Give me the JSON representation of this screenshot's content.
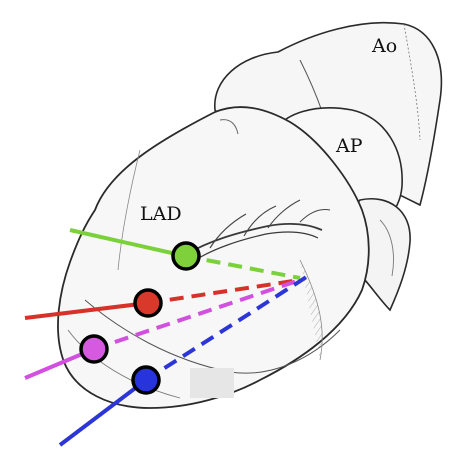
{
  "labels": {
    "ao": "Ao",
    "ap": "AP",
    "lad": "LAD"
  },
  "colors": {
    "background": "#ffffff",
    "outline": "#2a2a2a",
    "shading": "#8a8a8a",
    "green": "#7ad13a",
    "red": "#d8312a",
    "magenta": "#d24fe0",
    "blue": "#2c36d8",
    "redDot": "#d8392b",
    "greenDot": "#7fd13b",
    "magentaDot": "#d65ae0",
    "blueDot": "#2734dd"
  },
  "lines": [
    "green-line",
    "red-line",
    "magenta-line",
    "blue-line"
  ],
  "markers": [
    "green-marker",
    "red-marker",
    "magenta-marker",
    "blue-marker"
  ]
}
